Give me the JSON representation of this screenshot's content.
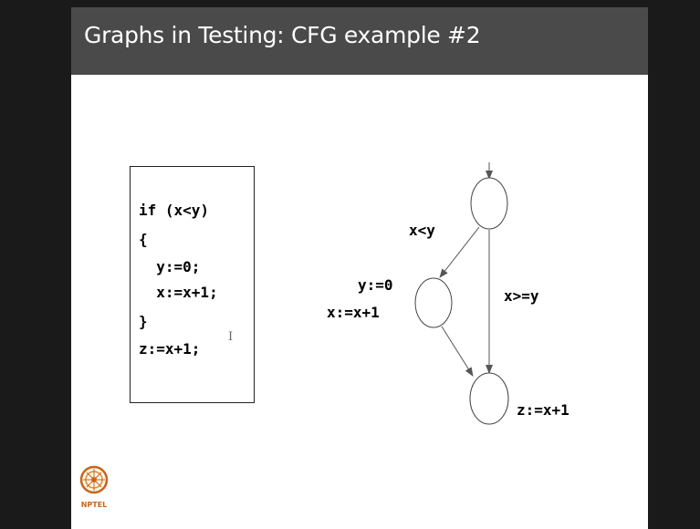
{
  "slide": {
    "title": "Graphs in Testing: CFG example #2"
  },
  "code": {
    "lines": [
      "if (x<y)",
      "{",
      "  y:=0;",
      "  x:=x+1;",
      "}",
      "z:=x+1;"
    ]
  },
  "cfg": {
    "edge_labels": {
      "true_branch": "x<y",
      "false_branch": "x>=y"
    },
    "node_labels": {
      "then_line1": "y:=0",
      "then_line2": "x:=x+1",
      "join": "z:=x+1"
    }
  },
  "logo": {
    "text": "NPTEL"
  },
  "colors": {
    "header": "#4a4a4a",
    "slide_bg": "#ffffff",
    "outside": "#1a1a1a",
    "logo_orange": "#c8651b"
  }
}
